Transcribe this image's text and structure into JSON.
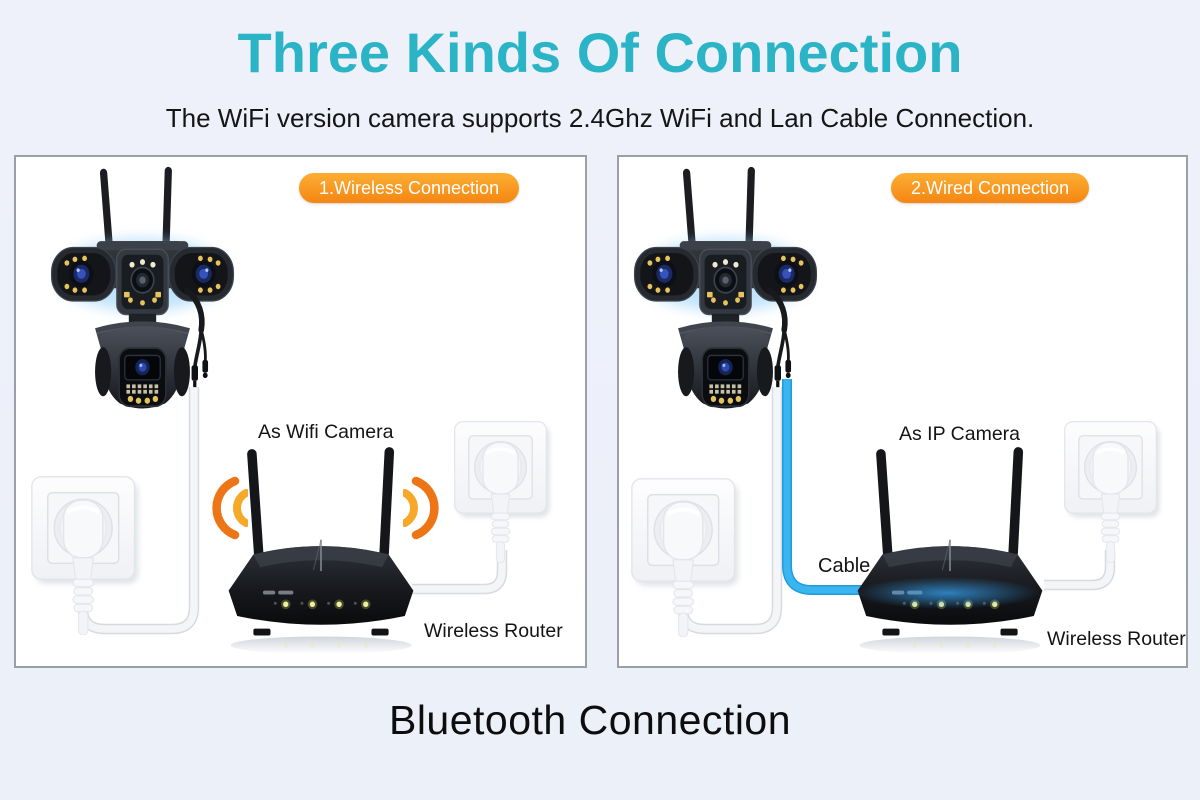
{
  "header": {
    "title": "Three Kinds Of Connection",
    "subtitle": "The WiFi version camera supports 2.4Ghz WiFi and Lan Cable Connection."
  },
  "panels": [
    {
      "badge": "1.Wireless Connection",
      "camera_label": "As Wifi Camera",
      "router_label": "Wireless Router",
      "connection": "wireless"
    },
    {
      "badge": "2.Wired Connection",
      "camera_label": "As IP Camera",
      "router_label": "Wireless Router",
      "cable_label": "Cable",
      "connection": "wired"
    }
  ],
  "footer": {
    "title": "Bluetooth Connection"
  },
  "colors": {
    "background": "#eef1fa",
    "title": "#2bb4c6",
    "badge_top": "#fcae33",
    "badge_bottom": "#f58613",
    "wifi_outer": "#ee7516",
    "wifi_inner": "#f6a928",
    "lan_cable": "#3ab5f0",
    "led": "#e9ea7e"
  }
}
